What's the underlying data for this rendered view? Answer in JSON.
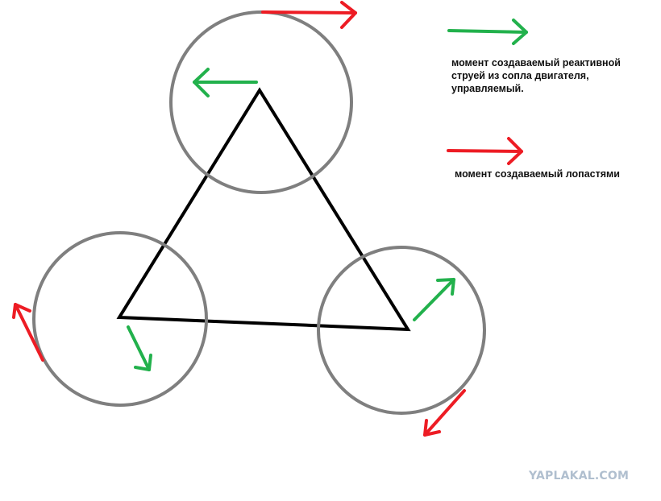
{
  "legend": {
    "reactive_label": "момент создаваемый реактивной струей из сопла двигателя, управляемый.",
    "blades_label": "момент создаваемый лопастями"
  },
  "watermark": "YAPLAKAL.COM",
  "colors": {
    "reactive_arrow": "#22b14c",
    "blade_arrow": "#ed1c24",
    "rotor_circle": "#7f7f7f",
    "frame": "#000000",
    "watermark": "#b0bfcf"
  },
  "icons": {
    "green_arrow": "arrow-right-icon",
    "red_arrow": "arrow-right-icon"
  }
}
